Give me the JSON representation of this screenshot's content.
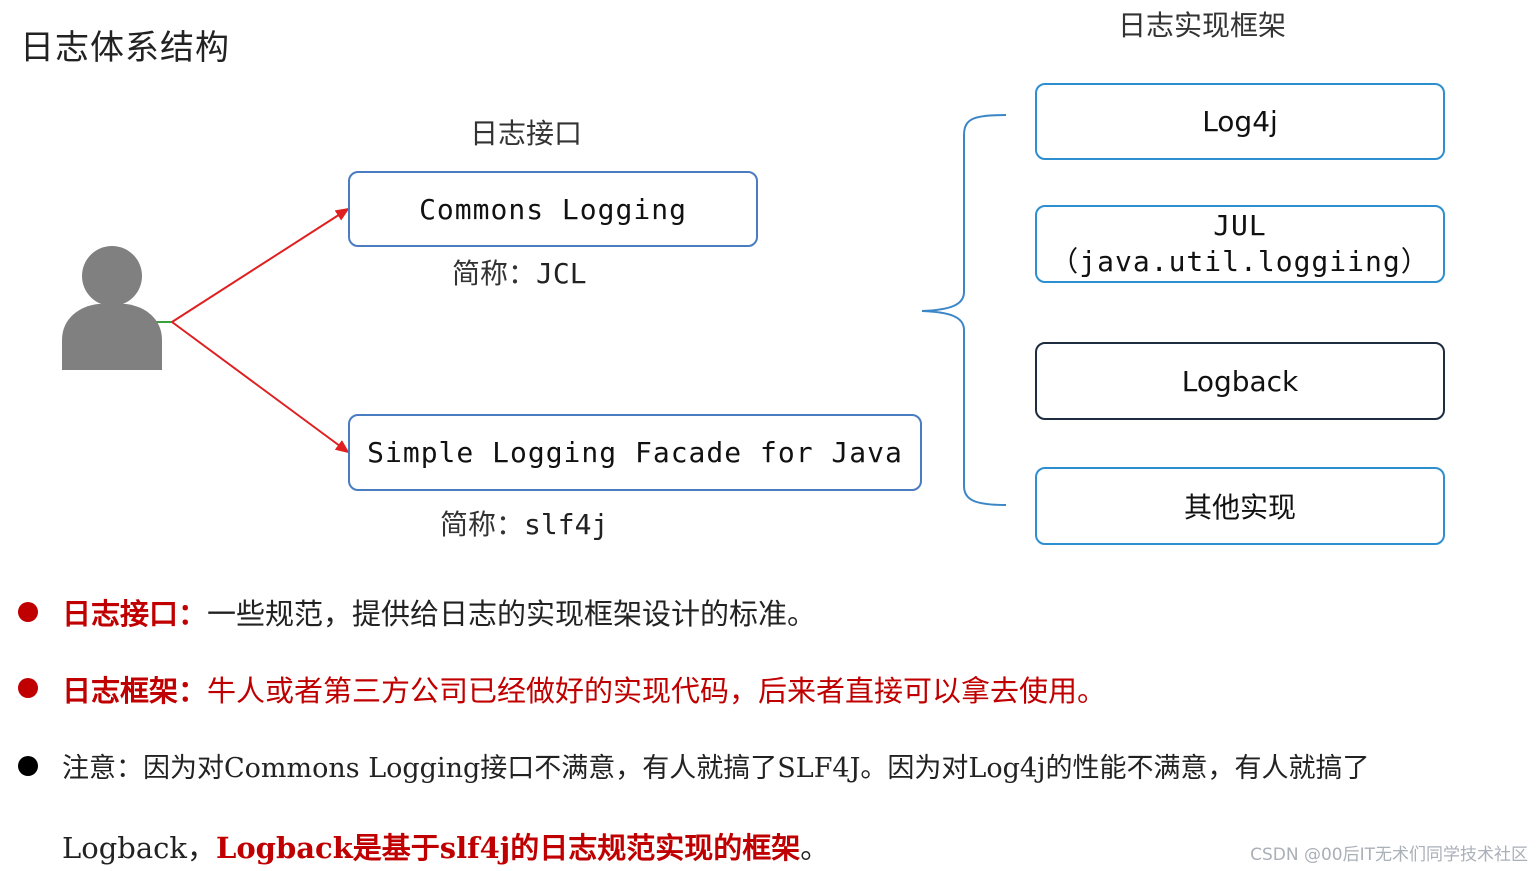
{
  "title": "日志体系结构",
  "interface_section": {
    "label": "日志接口",
    "items": [
      {
        "name": "Commons Logging",
        "abbr_label": "简称：",
        "abbr_value": "JCL"
      },
      {
        "name": "Simple Logging Facade for Java",
        "abbr_label": "简称：",
        "abbr_value": "slf4j"
      }
    ]
  },
  "impl_section": {
    "label": "日志实现框架",
    "items": [
      {
        "line1": "Log4j"
      },
      {
        "line1": "JUL",
        "line2": "（java.util.loggiing）"
      },
      {
        "line1": "Logback"
      },
      {
        "line1": "其他实现"
      }
    ]
  },
  "bullets": [
    {
      "head": "日志接口：",
      "body": "一些规范，提供给日志的实现框架设计的标准。",
      "color": "#c00000"
    },
    {
      "head": "日志框架：",
      "body": "牛人或者第三方公司已经做好的实现代码，后来者直接可以拿去使用。",
      "color": "#c00000"
    },
    {
      "line1": "注意：因为对Commons Logging接口不满意，有人就搞了SLF4J。因为对Log4j的性能不满意，有人就搞了",
      "line2_plain": "Logback，",
      "line2_red": "Logback是基于slf4j的日志规范实现的框架",
      "line2_end": "。",
      "color": "#000000"
    }
  ],
  "watermark": "CSDN @00后IT无术们同学技术社区",
  "colors": {
    "box_border": "#4a7cc2",
    "arrow": "#e02020",
    "accent_red": "#c00000"
  },
  "icons": {
    "user": "person-silhouette-icon"
  }
}
